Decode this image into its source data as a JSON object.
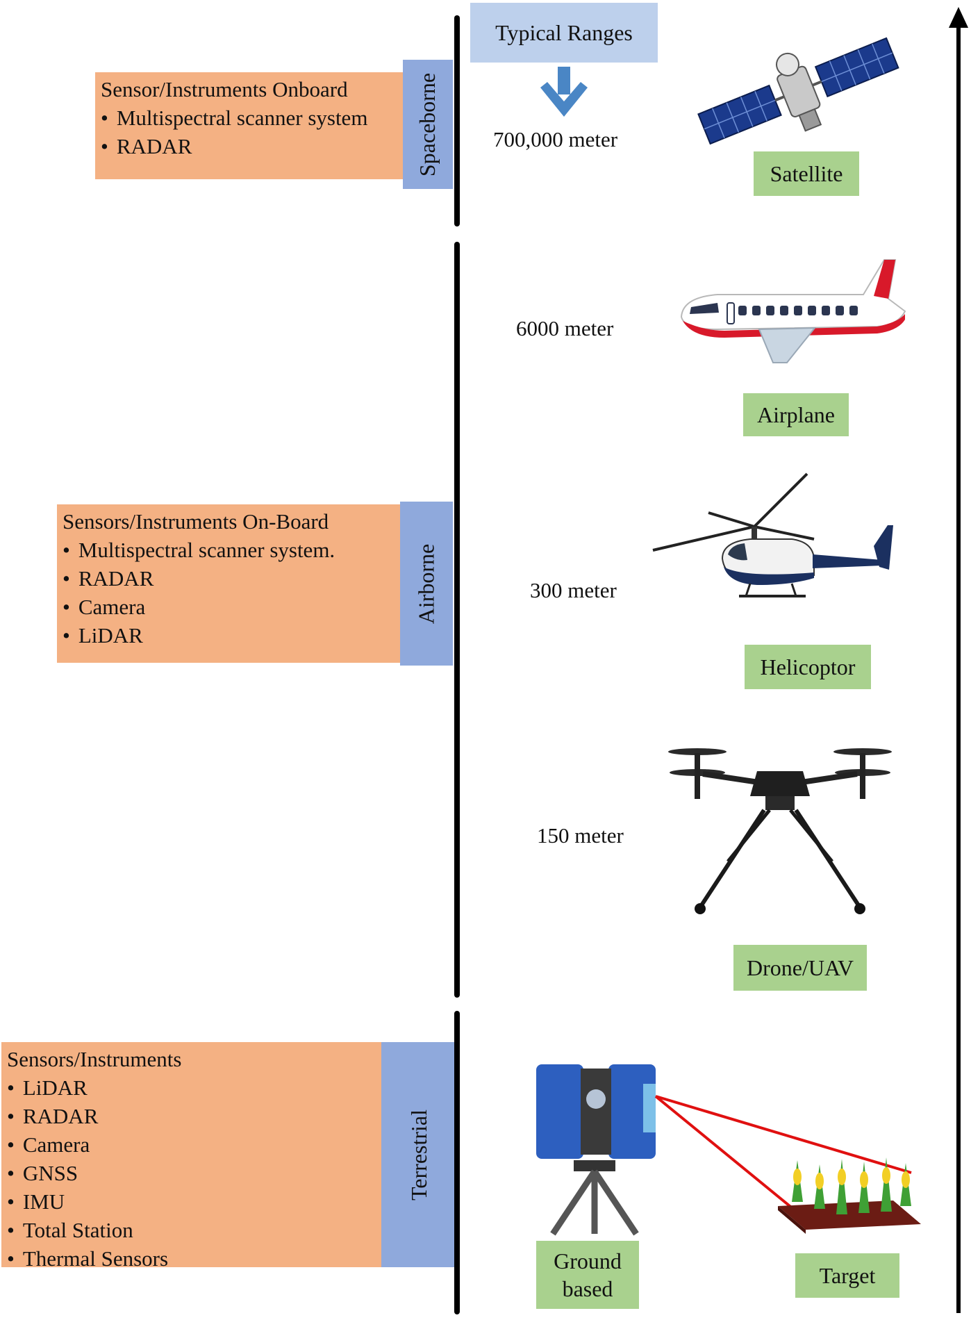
{
  "range_header": "Typical Ranges",
  "spaceborne": {
    "tab": "Spaceborne",
    "heading": "Sensor/Instruments Onboard",
    "items": [
      "Multispectral scanner system",
      "RADAR"
    ]
  },
  "airborne": {
    "tab": "Airborne",
    "heading": "Sensors/Instruments On-Board",
    "items": [
      "Multispectral scanner system.",
      "RADAR",
      "Camera",
      "LiDAR"
    ]
  },
  "terrestrial": {
    "tab": "Terrestrial",
    "heading": "Sensors/Instruments",
    "items": [
      "LiDAR",
      "RADAR",
      "Camera",
      "GNSS",
      "IMU",
      "Total Station",
      "Thermal Sensors"
    ]
  },
  "ranges": {
    "satellite": "700,000 meter",
    "airplane": "6000 meter",
    "helicopter": "300 meter",
    "drone": "150 meter"
  },
  "platforms": {
    "satellite": "Satellite",
    "airplane": "Airplane",
    "helicopter": "Helicoptor",
    "drone": "Drone/UAV",
    "ground_line1": "Ground",
    "ground_line2": "based",
    "target": "Target"
  },
  "colors": {
    "sensor_box": "#f4b183",
    "category_tab": "#8fa9dc",
    "platform_label": "#a9d18e",
    "range_header": "#bdd0ec",
    "arrow": "#4a86c5",
    "laser": "#e01010"
  }
}
